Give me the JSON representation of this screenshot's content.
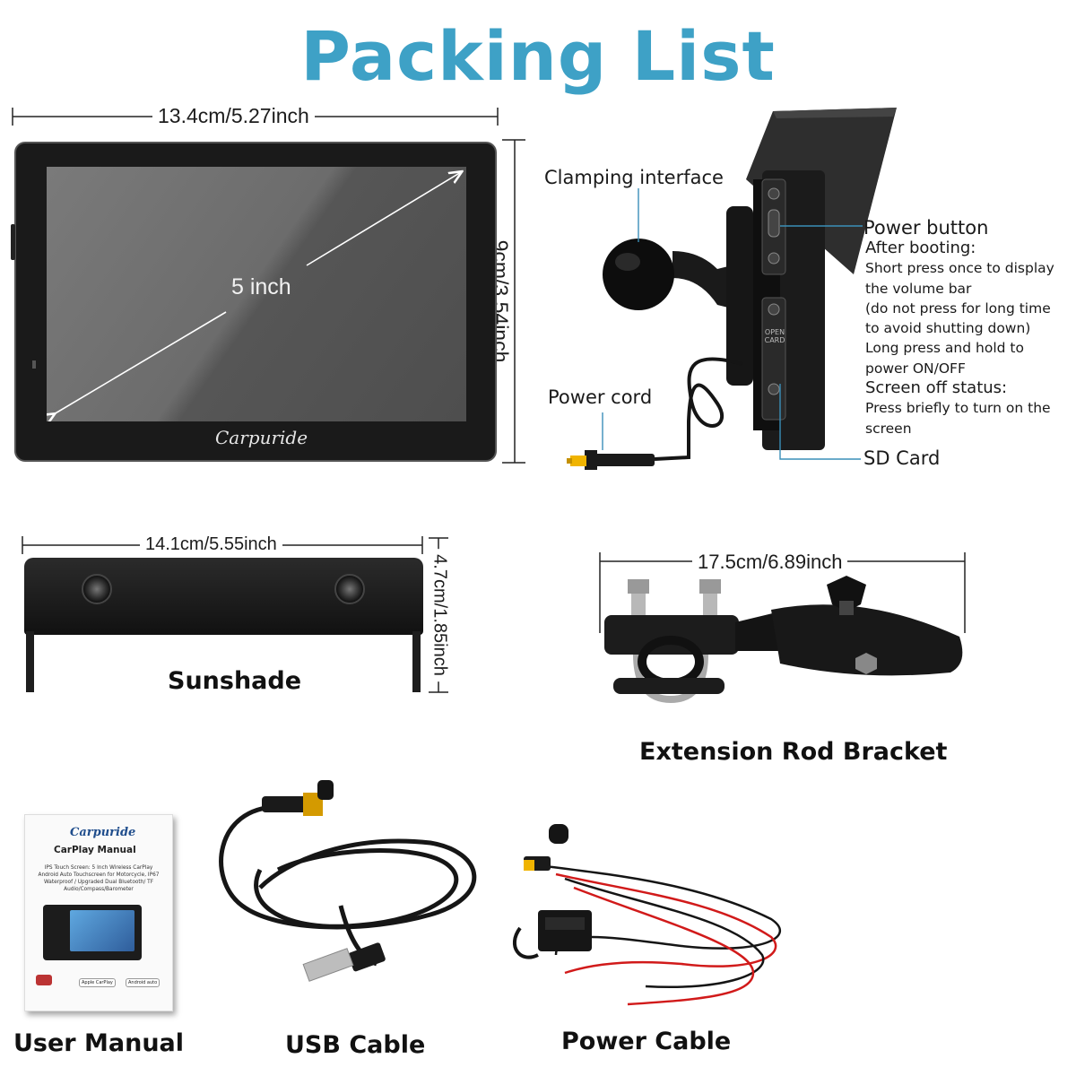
{
  "title": "Packing List",
  "screen": {
    "width_label": "13.4cm/5.27inch",
    "height_label": "9cm/3.54inch",
    "diagonal_label": "5 inch",
    "brand": "Carpuride"
  },
  "side_view": {
    "clamping_label": "Clamping interface",
    "power_button_label": "Power button",
    "after_booting_header": "After booting:",
    "after_booting_lines": [
      "Short press once to display",
      "the volume bar",
      "(do not press for long time",
      "to avoid shutting down)",
      "Long press and hold to",
      "power ON/OFF"
    ],
    "screen_off_header": "Screen off status:",
    "screen_off_lines": [
      "Press briefly to turn on the",
      "screen"
    ],
    "power_cord_label": "Power cord",
    "sd_card_label": "SD Card",
    "slot_text": "OPEN CARD"
  },
  "sunshade": {
    "label": "Sunshade",
    "width_label": "14.1cm/5.55inch",
    "height_label": "4.7cm/1.85inch"
  },
  "bracket": {
    "label": "Extension Rod Bracket",
    "width_label": "17.5cm/6.89inch"
  },
  "manual": {
    "label": "User Manual",
    "brand": "Carpuride",
    "title": "CarPlay Manual",
    "description": "IPS Touch Screen: 5 Inch Wireless CarPlay Android Auto Touchscreen for Motorcycle, IP67 Waterproof / Upgraded Dual Bluetooth/ TF Audio/Compass/Barometer",
    "badges": [
      "Apple CarPlay",
      "Android auto"
    ]
  },
  "usb_cable": {
    "label": "USB Cable"
  },
  "power_cable": {
    "label": "Power Cable"
  },
  "colors": {
    "title": "#3ea1c6",
    "device": "#1a1a1a",
    "connector": "#f0b400",
    "wire_red": "#d11a1a"
  }
}
